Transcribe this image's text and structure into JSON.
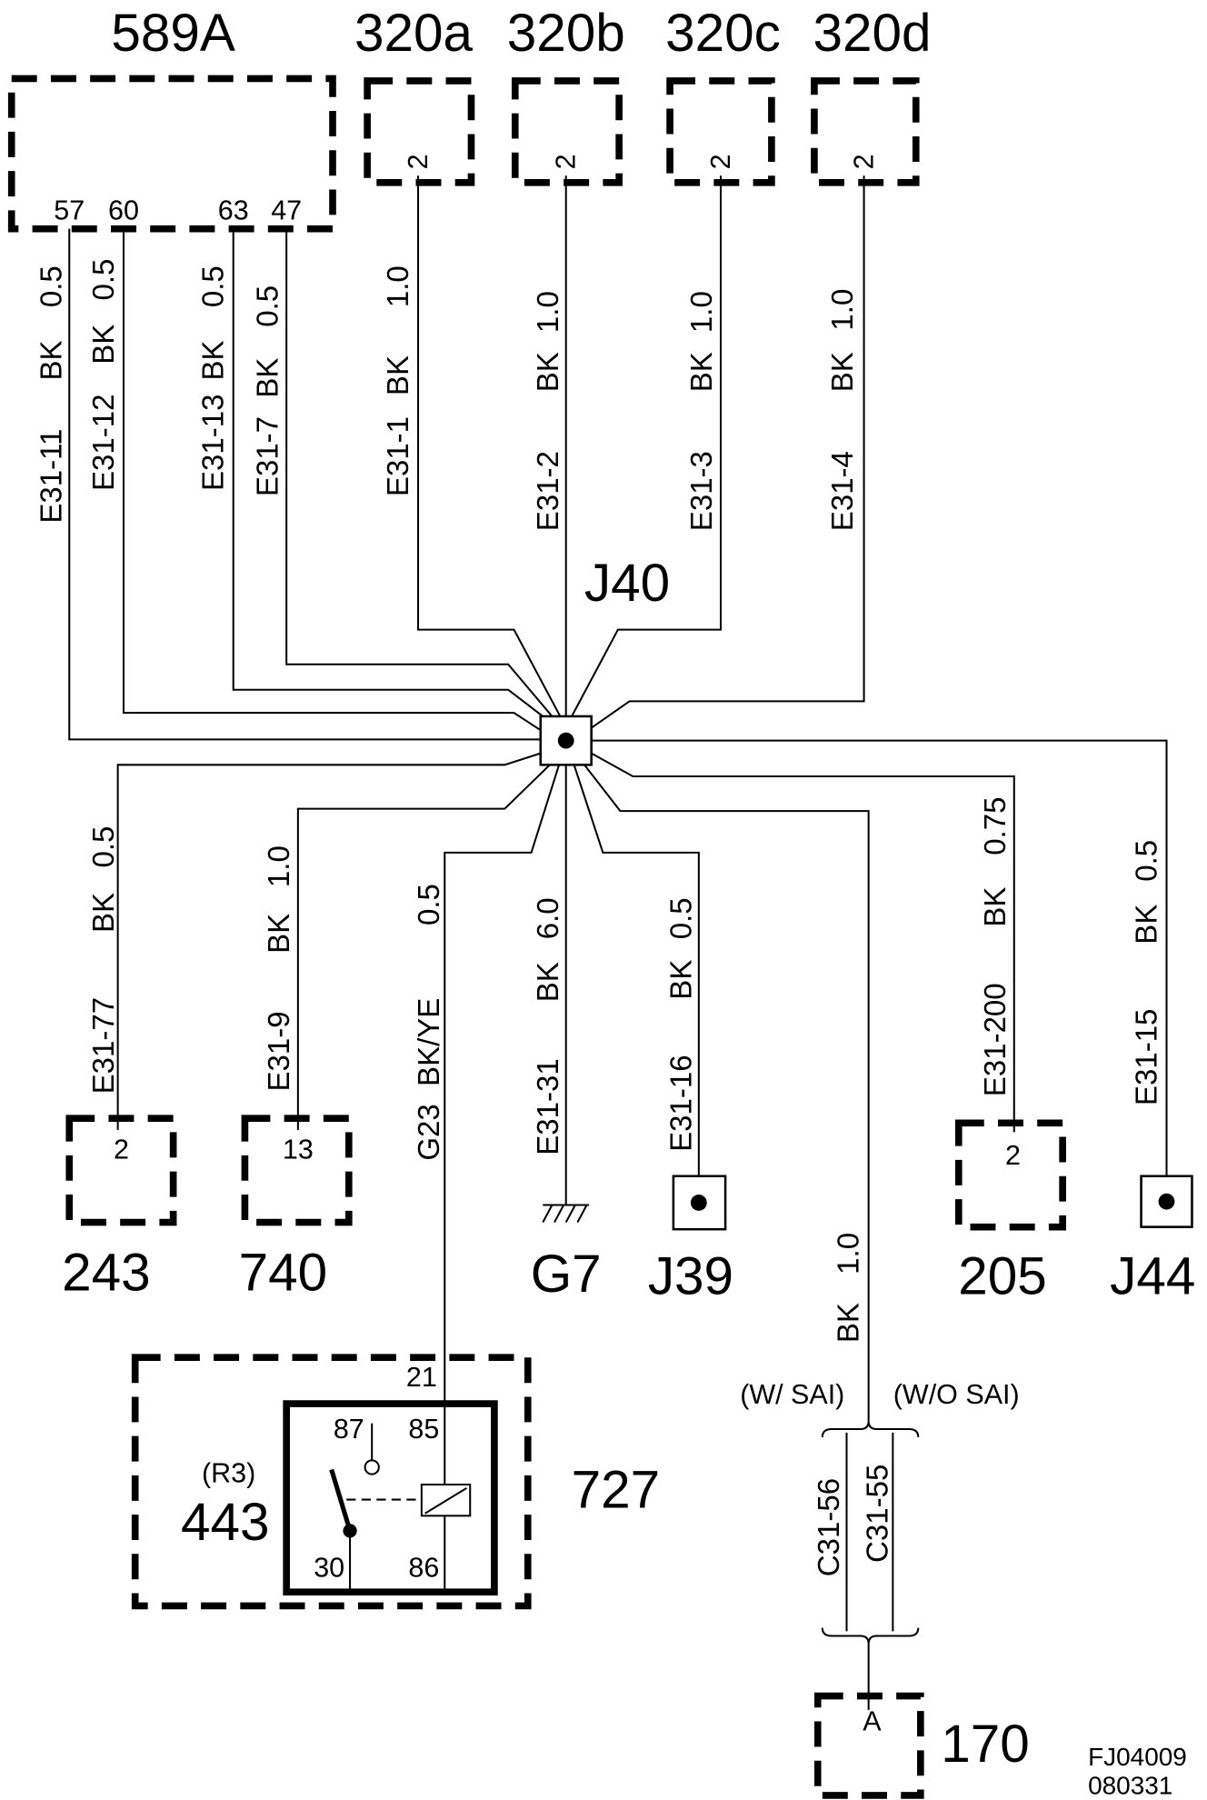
{
  "colors": {
    "line": "#000000",
    "background": "#ffffff"
  },
  "diagram": {
    "drawing_code": "FJ04009",
    "date_code": "080331",
    "components": {
      "c589a": {
        "label": "589A",
        "pins": [
          "57",
          "60",
          "63",
          "47"
        ]
      },
      "c320a": {
        "label": "320a",
        "pin": "2"
      },
      "c320b": {
        "label": "320b",
        "pin": "2"
      },
      "c320c": {
        "label": "320c",
        "pin": "2"
      },
      "c320d": {
        "label": "320d",
        "pin": "2"
      },
      "j40": {
        "label": "J40"
      },
      "c243": {
        "label": "243",
        "pin": "2"
      },
      "c740": {
        "label": "740",
        "pin": "13"
      },
      "g7": {
        "label": "G7"
      },
      "j39": {
        "label": "J39"
      },
      "c205": {
        "label": "205",
        "pin": "2"
      },
      "j44": {
        "label": "J44"
      },
      "c727": {
        "label": "727",
        "pin": "21"
      },
      "r443": {
        "label": "443",
        "location": "(R3)",
        "pin_87": "87",
        "pin_85": "85",
        "pin_30": "30",
        "pin_86": "86"
      },
      "c170": {
        "label": "170",
        "pin": "A",
        "with_sai": "(W/ SAI)",
        "without_sai": "(W/O SAI)",
        "circuit_with_sai": "C31-56",
        "circuit_without_sai": "C31-55"
      }
    },
    "wires": [
      {
        "circuit": "E31-11",
        "color": "BK",
        "size": "0.5"
      },
      {
        "circuit": "E31-12",
        "color": "BK",
        "size": "0.5"
      },
      {
        "circuit": "E31-13",
        "color": "BK",
        "size": "0.5"
      },
      {
        "circuit": "E31-7",
        "color": "BK",
        "size": "0.5"
      },
      {
        "circuit": "E31-1",
        "color": "BK",
        "size": "1.0"
      },
      {
        "circuit": "E31-2",
        "color": "BK",
        "size": "1.0"
      },
      {
        "circuit": "E31-3",
        "color": "BK",
        "size": "1.0"
      },
      {
        "circuit": "E31-4",
        "color": "BK",
        "size": "1.0"
      },
      {
        "circuit": "E31-77",
        "color": "BK",
        "size": "0.5"
      },
      {
        "circuit": "E31-9",
        "color": "BK",
        "size": "1.0"
      },
      {
        "circuit": "G23",
        "color": "BK/YE",
        "size": "0.5"
      },
      {
        "circuit": "E31-31",
        "color": "BK",
        "size": "6.0"
      },
      {
        "circuit": "E31-16",
        "color": "BK",
        "size": "0.5"
      },
      {
        "circuit": "E31-200",
        "color": "BK",
        "size": "0.75"
      },
      {
        "circuit": "E31-15",
        "color": "BK",
        "size": "0.5"
      },
      {
        "color": "BK",
        "size": "1.0"
      }
    ]
  }
}
